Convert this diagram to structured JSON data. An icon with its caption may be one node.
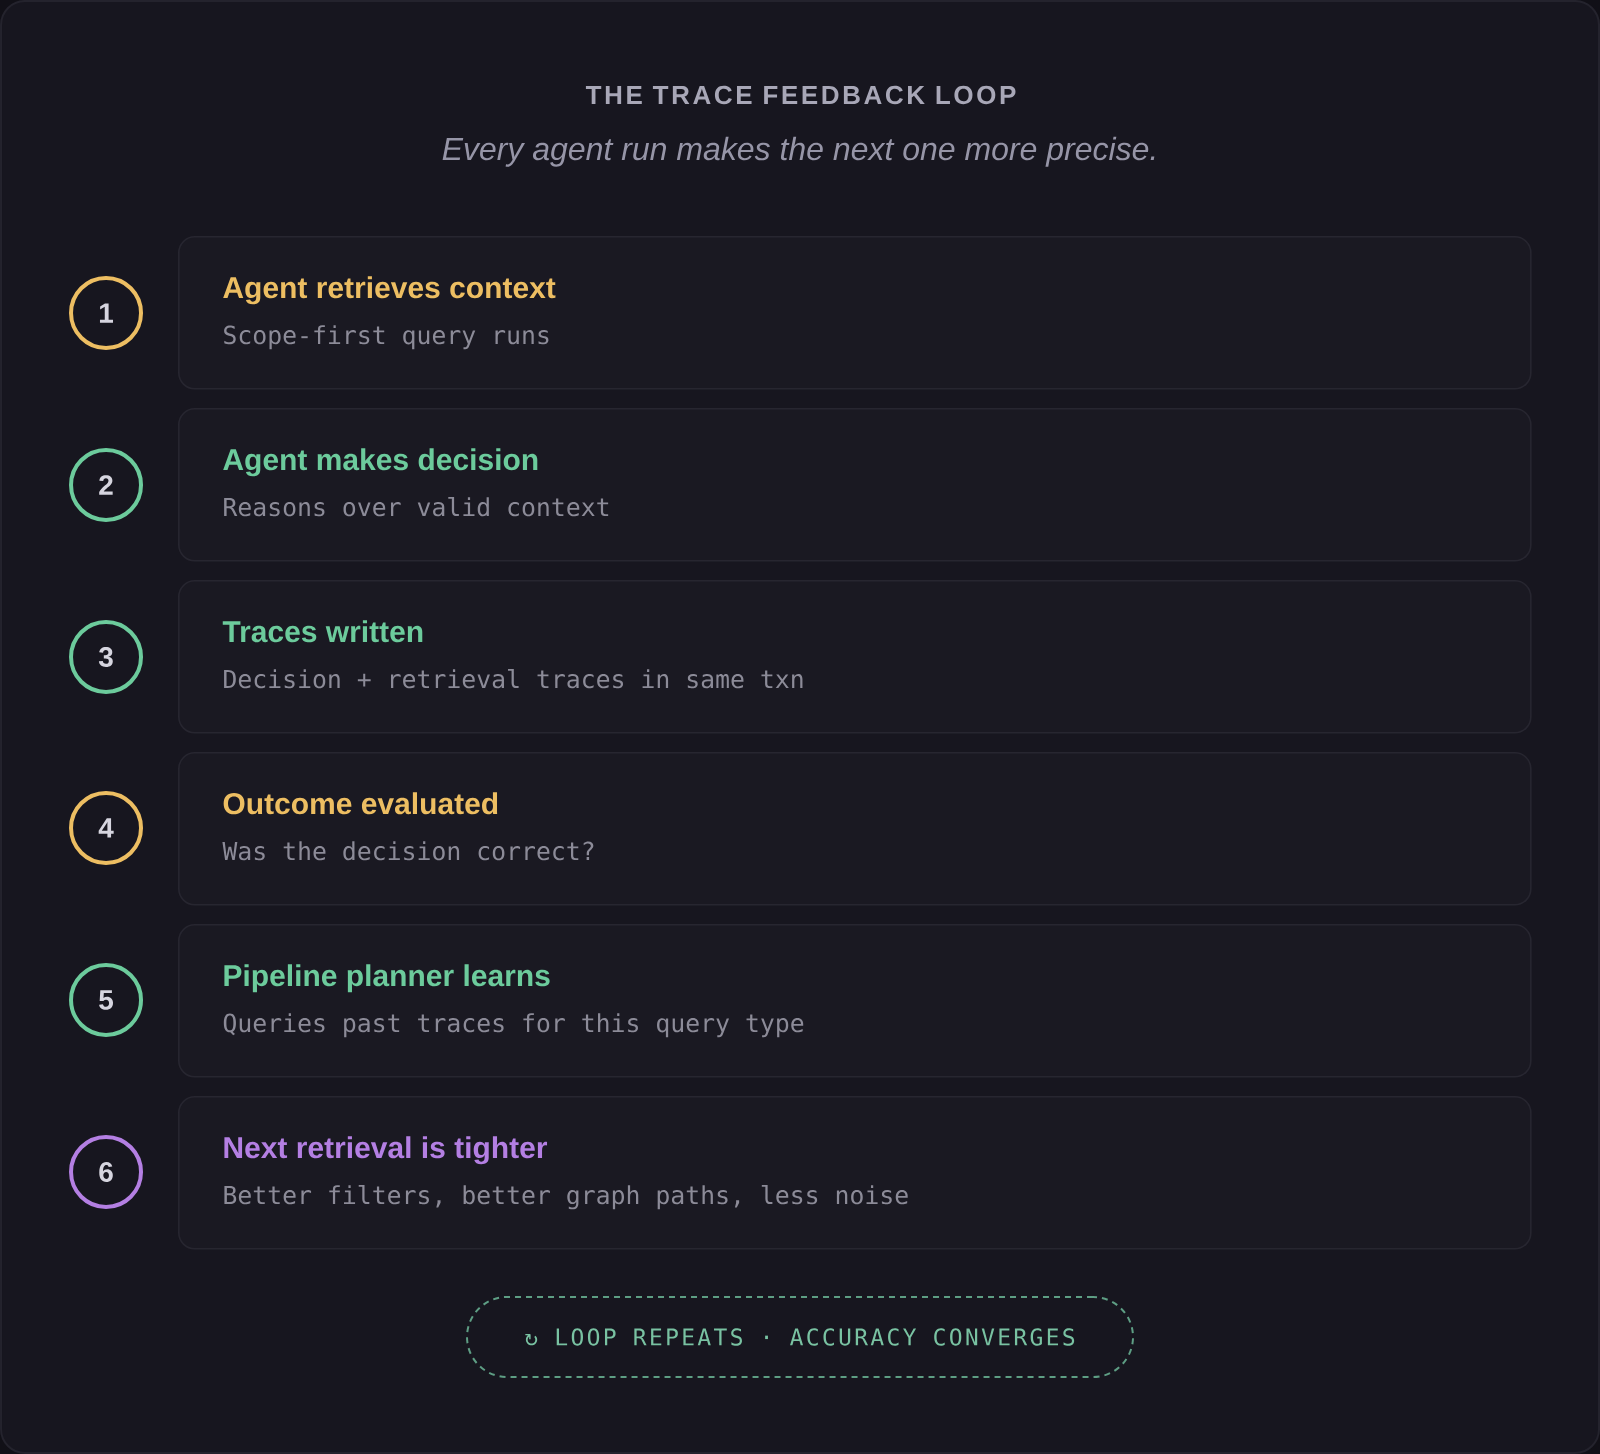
{
  "diagram": {
    "title": "THE TRACE FEEDBACK LOOP",
    "nodes": [
      {
        "text": [
          "1"
        ]
      },
      {
        "text": [
          "Agent retrieves context",
          "Scope-first query runs"
        ]
      },
      {
        "text": [
          "2"
        ]
      },
      {
        "text": [
          "Agent makes decision",
          "Reasons over valid context"
        ]
      },
      {
        "text": [
          "3"
        ]
      },
      {
        "text": [
          "Traces written",
          "Decision + retrieval traces in same txn"
        ]
      },
      {
        "text": [
          "4"
        ]
      },
      {
        "text": [
          "Outcome evaluated",
          "Was the decision correct?"
        ]
      },
      {
        "text": [
          "5"
        ]
      },
      {
        "text": [
          "Pipeline planner learns",
          "Queries past traces for this query type"
        ]
      },
      {
        "text": [
          "6"
        ]
      },
      {
        "text": [
          "Next retrieval is tighter",
          "Better filters, better graph paths, less noise"
        ]
      },
      {
        "text": [
          "↻ LOOP REPEATS · ACCURACY CONVERGES"
        ]
      }
    ],
    "labels": [
      "Every agent run makes the next one more precise."
    ]
  }
}
